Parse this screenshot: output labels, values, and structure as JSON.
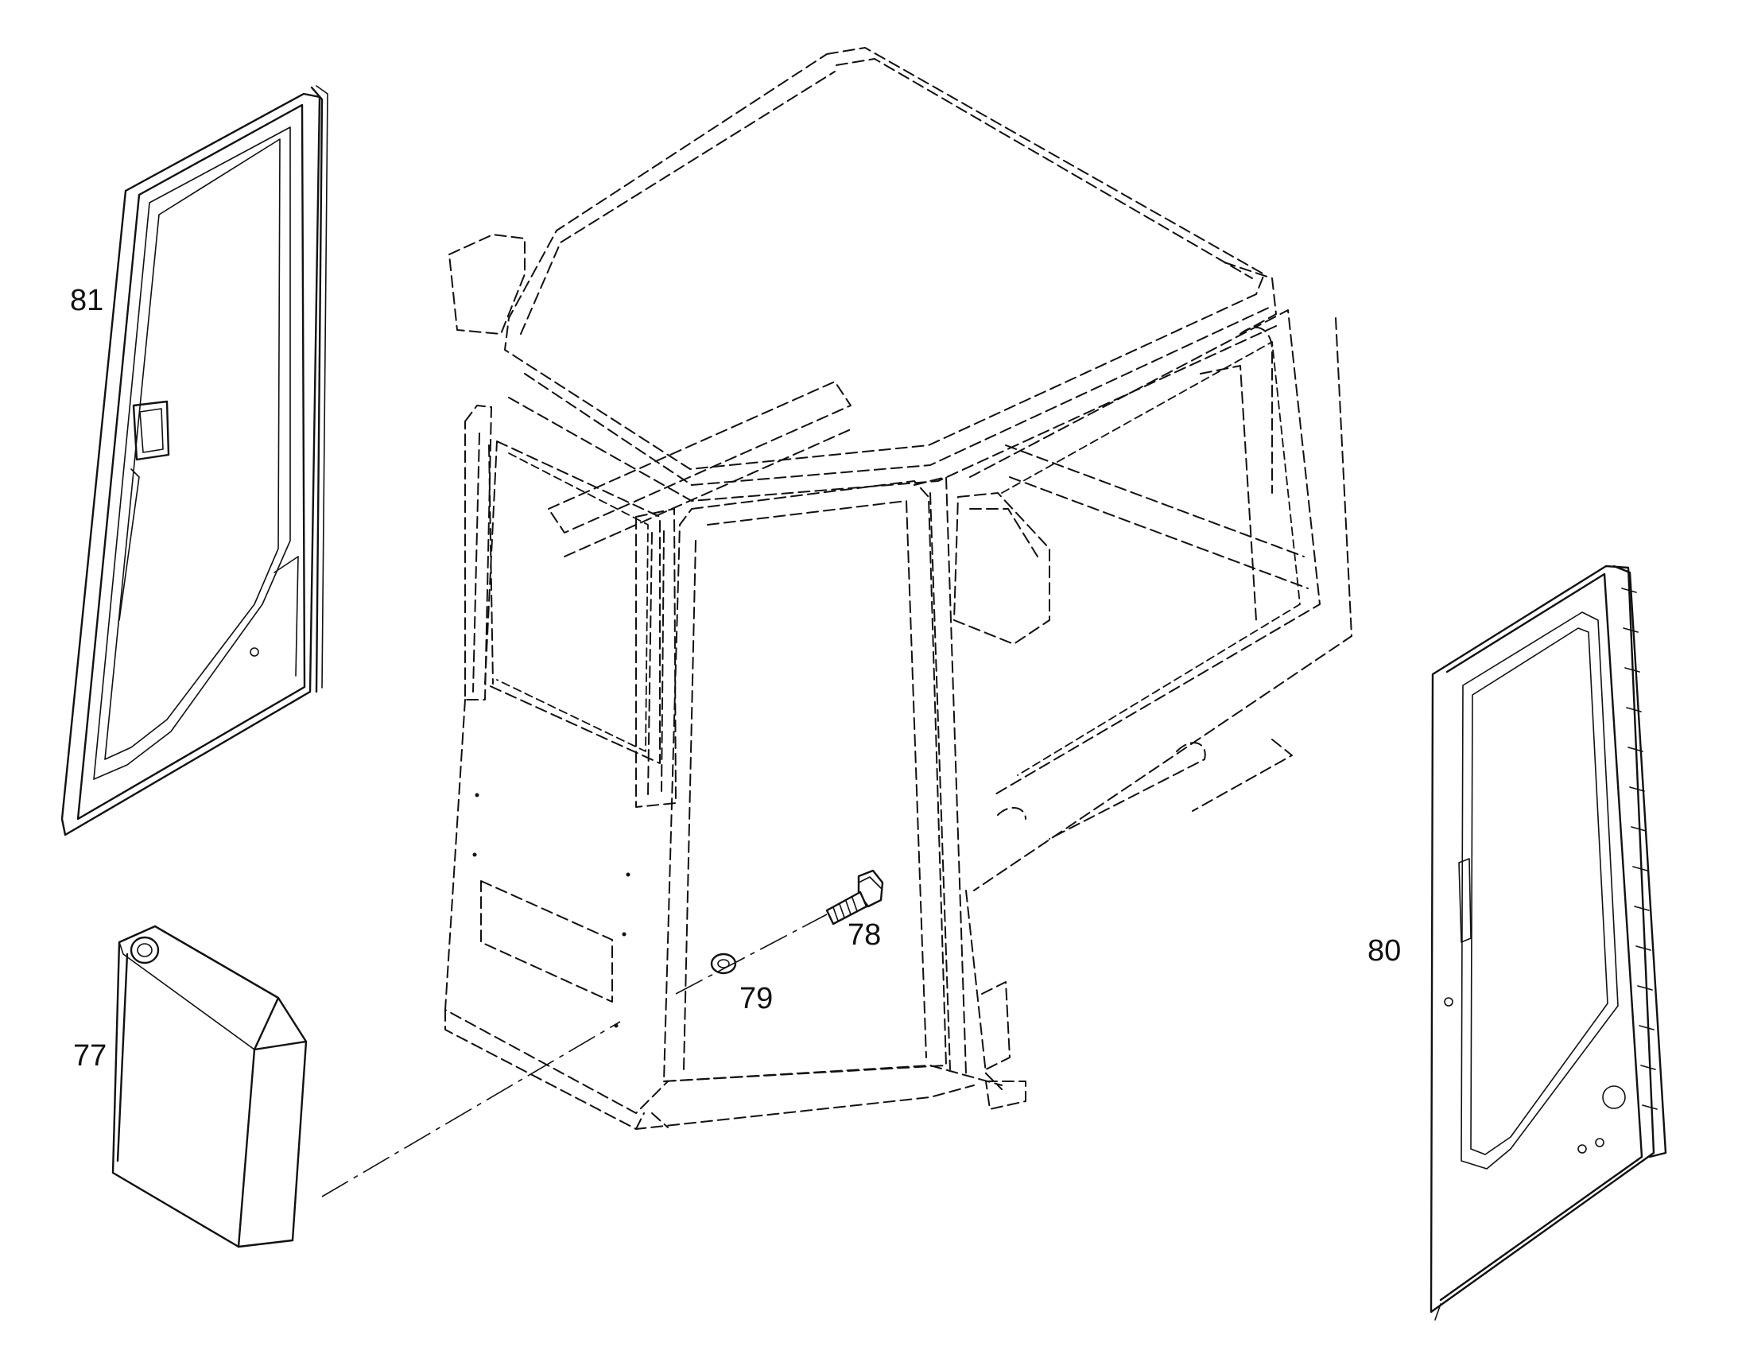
{
  "callouts": {
    "p77": "77",
    "p78": "78",
    "p79": "79",
    "p80": "80",
    "p81": "81"
  }
}
